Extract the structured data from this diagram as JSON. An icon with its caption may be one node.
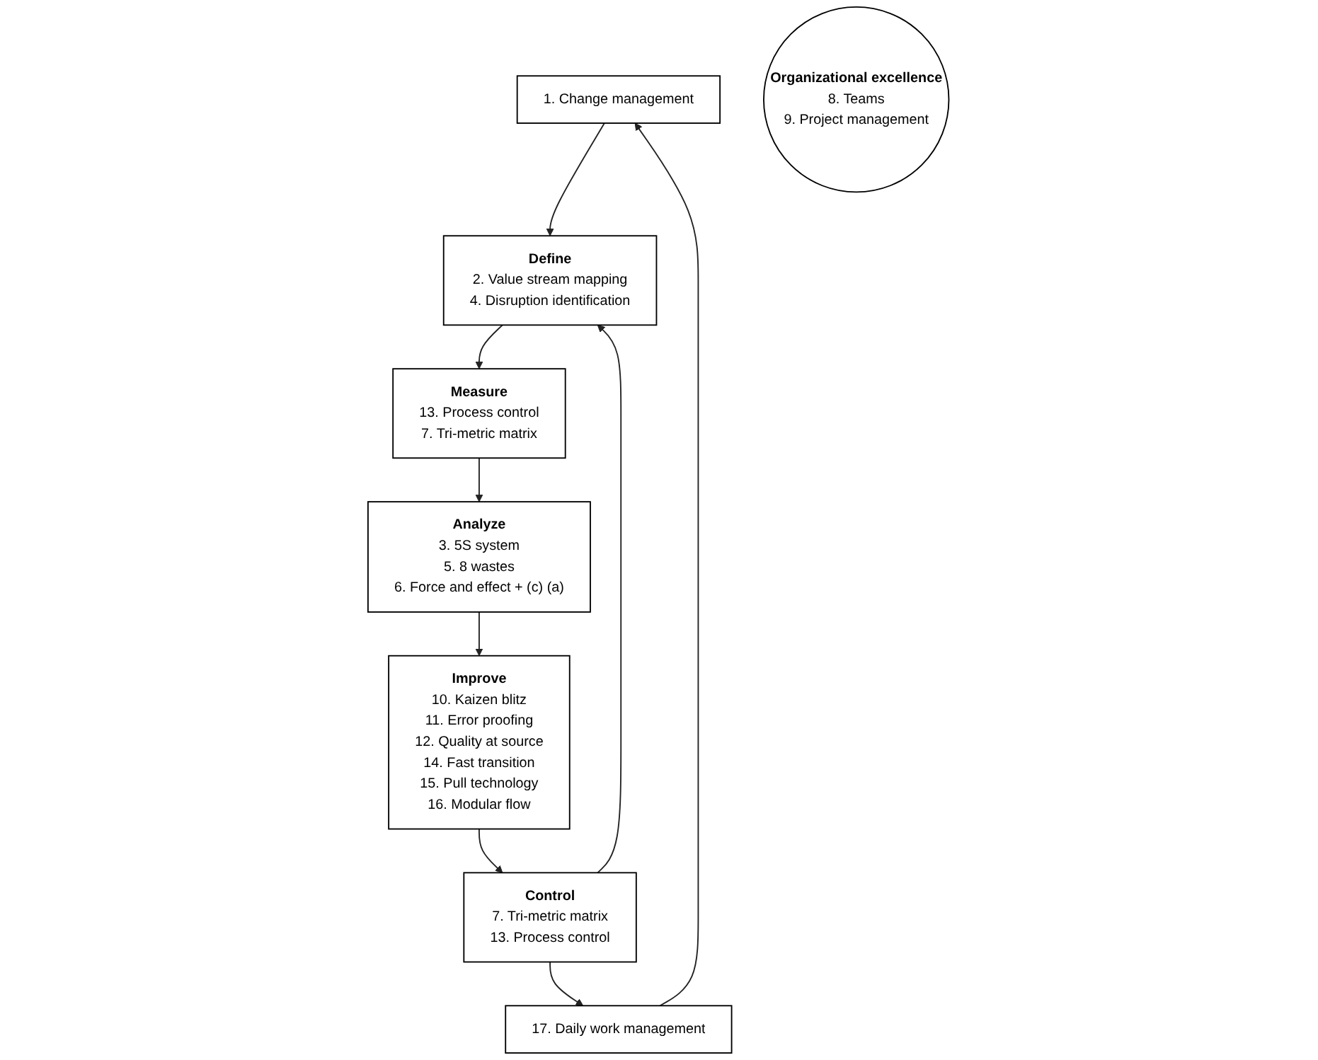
{
  "diagram": {
    "nodes": [
      {
        "text": [
          "1. Change management"
        ]
      },
      {
        "text": [
          "Define",
          "2. Value stream mapping",
          "4. Disruption identification"
        ]
      },
      {
        "text": [
          "Measure",
          "13. Process control",
          "7. Tri-metric matrix"
        ]
      },
      {
        "text": [
          "Analyze",
          "3. 5S system",
          "5. 8 wastes",
          "6. Force and effect + (c) (a)"
        ]
      },
      {
        "text": [
          "Improve",
          "10. Kaizen blitz",
          "11. Error proofing",
          "12. Quality at source",
          "14. Fast transition",
          "15. Pull technology",
          "16. Modular flow"
        ]
      },
      {
        "text": [
          "Control",
          "7. Tri-metric matrix",
          "13. Process control"
        ]
      },
      {
        "text": [
          "17. Daily work management"
        ]
      },
      {
        "text": [
          "Organizational excellence",
          "8. Teams",
          "9. Project management"
        ]
      }
    ],
    "edges": [
      {
        "from": 0,
        "to": 1,
        "arrow": "to"
      },
      {
        "from": 1,
        "to": 2,
        "arrow": "to"
      },
      {
        "from": 2,
        "to": 3,
        "arrow": "to"
      },
      {
        "from": 3,
        "to": 4,
        "arrow": "to"
      },
      {
        "from": 4,
        "to": 5,
        "arrow": "to"
      },
      {
        "from": 5,
        "to": 1,
        "arrow": "to"
      },
      {
        "from": 5,
        "to": 6,
        "arrow": "to"
      },
      {
        "from": 6,
        "to": 0,
        "arrow": "to"
      }
    ]
  }
}
